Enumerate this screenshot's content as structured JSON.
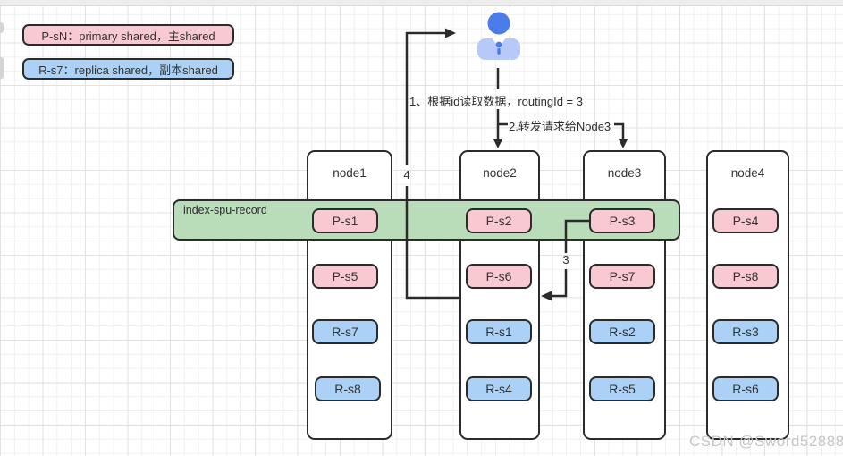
{
  "legend": {
    "primary": {
      "label": "P-sN：primary shared，主shared",
      "color": "#f9c9d1"
    },
    "replica": {
      "label": "R-s7：replica shared，副本shared",
      "color": "#abd2f6"
    }
  },
  "band": {
    "label": "index-spu-record",
    "color": "#b9dcb9"
  },
  "nodes": [
    {
      "name": "node1",
      "shards": [
        {
          "label": "P-s1",
          "type": "primary"
        },
        {
          "label": "P-s5",
          "type": "primary"
        },
        {
          "label": "R-s7",
          "type": "replica"
        },
        {
          "label": "R-s8",
          "type": "replica"
        }
      ]
    },
    {
      "name": "node2",
      "shards": [
        {
          "label": "P-s2",
          "type": "primary"
        },
        {
          "label": "P-s6",
          "type": "primary"
        },
        {
          "label": "R-s1",
          "type": "replica"
        },
        {
          "label": "R-s4",
          "type": "replica"
        }
      ]
    },
    {
      "name": "node3",
      "shards": [
        {
          "label": "P-s3",
          "type": "primary"
        },
        {
          "label": "P-s7",
          "type": "primary"
        },
        {
          "label": "R-s2",
          "type": "replica"
        },
        {
          "label": "R-s5",
          "type": "replica"
        }
      ]
    },
    {
      "name": "node4",
      "shards": [
        {
          "label": "P-s4",
          "type": "primary"
        },
        {
          "label": "P-s8",
          "type": "primary"
        },
        {
          "label": "R-s3",
          "type": "replica"
        },
        {
          "label": "R-s6",
          "type": "replica"
        }
      ]
    }
  ],
  "annotations": {
    "step1": "1、根据id读取数据，routingId = 3",
    "step2": "2.转发请求给Node3",
    "step3_label": "3",
    "step4_label": "4"
  },
  "watermark": "CSDN @Sword52888",
  "colors": {
    "line": "#2b2b2b",
    "person_head": "#4a7cea",
    "person_body": "#b7c9f8",
    "grid_major": "#e2e2e2",
    "grid_minor": "#f0f0f0"
  }
}
